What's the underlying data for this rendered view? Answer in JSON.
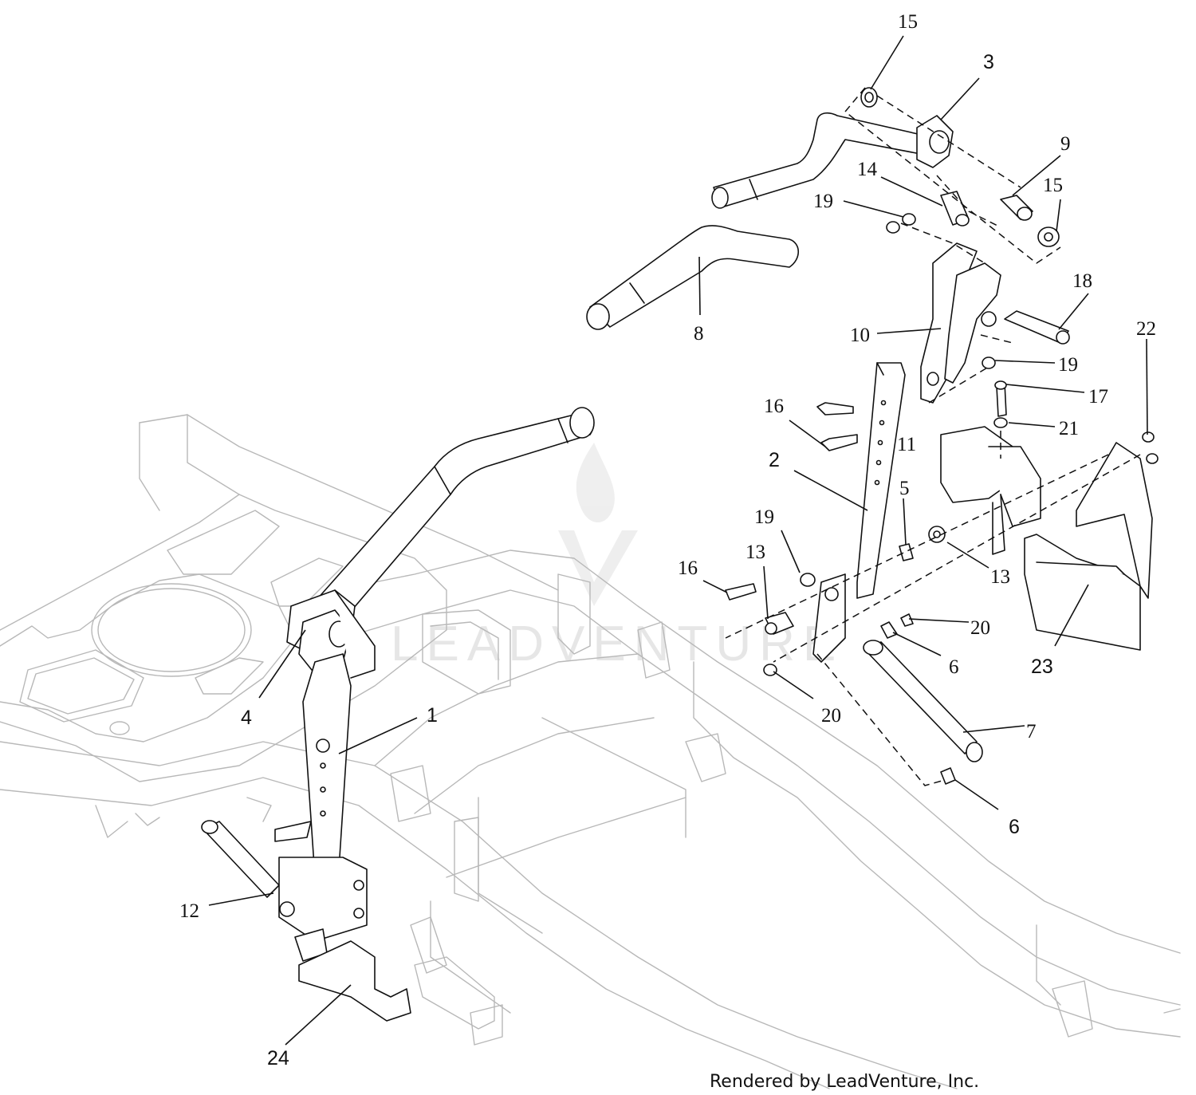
{
  "watermark": {
    "text": "LEADVENTURE"
  },
  "credit": {
    "text": "Rendered by LeadVenture, Inc."
  },
  "callouts": [
    {
      "id": "c1",
      "label": "1"
    },
    {
      "id": "c2",
      "label": "2"
    },
    {
      "id": "c3",
      "label": "3"
    },
    {
      "id": "c4",
      "label": "4"
    },
    {
      "id": "c5",
      "label": "5"
    },
    {
      "id": "c6a",
      "label": "6"
    },
    {
      "id": "c6b",
      "label": "6"
    },
    {
      "id": "c7",
      "label": "7"
    },
    {
      "id": "c8",
      "label": "8"
    },
    {
      "id": "c9",
      "label": "9"
    },
    {
      "id": "c10",
      "label": "10"
    },
    {
      "id": "c11",
      "label": "11"
    },
    {
      "id": "c12",
      "label": "12"
    },
    {
      "id": "c13a",
      "label": "13"
    },
    {
      "id": "c13b",
      "label": "13"
    },
    {
      "id": "c14",
      "label": "14"
    },
    {
      "id": "c15a",
      "label": "15"
    },
    {
      "id": "c15b",
      "label": "15"
    },
    {
      "id": "c16a",
      "label": "16"
    },
    {
      "id": "c16b",
      "label": "16"
    },
    {
      "id": "c17",
      "label": "17"
    },
    {
      "id": "c18",
      "label": "18"
    },
    {
      "id": "c19a",
      "label": "19"
    },
    {
      "id": "c19b",
      "label": "19"
    },
    {
      "id": "c19c",
      "label": "19"
    },
    {
      "id": "c20a",
      "label": "20"
    },
    {
      "id": "c20b",
      "label": "20"
    },
    {
      "id": "c21",
      "label": "21"
    },
    {
      "id": "c22",
      "label": "22"
    },
    {
      "id": "c23",
      "label": "23"
    },
    {
      "id": "c24",
      "label": "24"
    }
  ]
}
